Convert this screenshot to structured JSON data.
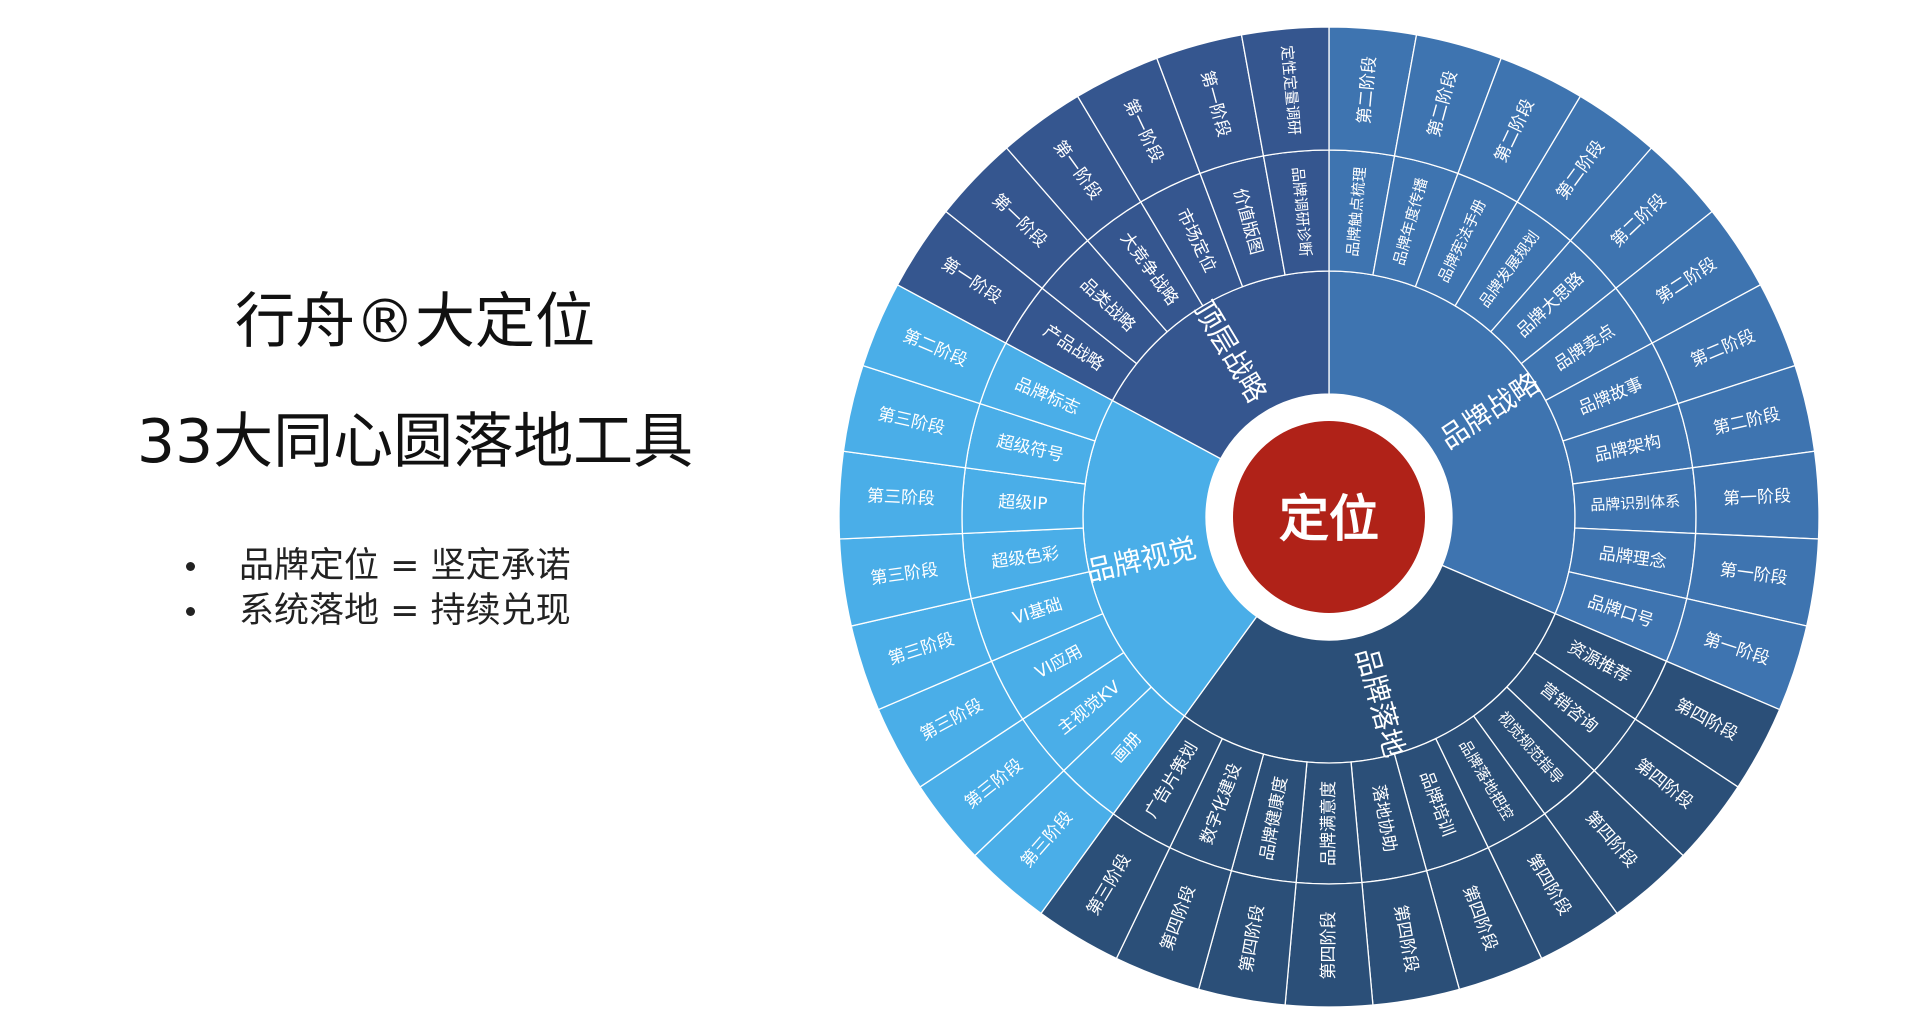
{
  "left_panel": {
    "title_line1": "行舟®大定位",
    "title_line2": "33大同心圆落地工具",
    "bullets": [
      "品牌定位 = 坚定承诺",
      "系统落地 = 持续兑现"
    ]
  },
  "diagram": {
    "center_label": "定位",
    "colors": {
      "center": "#b02218",
      "divider": "#ffffff"
    },
    "segments": [
      {
        "label": "品牌战略",
        "color": "#3e74b0",
        "inner": [
          "品牌触点梳理",
          "品牌年度传播",
          "品牌宪法手册",
          "品牌发展规划",
          "品牌大思路",
          "品牌卖点",
          "品牌故事",
          "品牌架构",
          "品牌识别体系",
          "品牌理念",
          "品牌口号"
        ],
        "outer": [
          "第二阶段",
          "第二阶段",
          "第二阶段",
          "第二阶段",
          "第二阶段",
          "第二阶段",
          "第二阶段",
          "第二阶段",
          "第一阶段",
          "第一阶段",
          "第一阶段"
        ]
      },
      {
        "label": "品牌落地",
        "color": "#2b4f78",
        "inner": [
          "资源推荐",
          "营销咨询",
          "视觉规范指导",
          "品牌落地把控",
          "品牌培训",
          "落地协助",
          "品牌满意度",
          "品牌健康度",
          "数字化建设",
          "广告片策划"
        ],
        "outer": [
          "第四阶段",
          "第四阶段",
          "第四阶段",
          "第四阶段",
          "第四阶段",
          "第四阶段",
          "第四阶段",
          "第四阶段",
          "第四阶段",
          "第三阶段"
        ]
      },
      {
        "label": "品牌视觉",
        "color": "#4aaee8",
        "inner": [
          "画册",
          "主视觉KV",
          "VI应用",
          "VI基础",
          "超级色彩",
          "超级IP",
          "超级符号",
          "品牌标志"
        ],
        "outer": [
          "第三阶段",
          "第三阶段",
          "第三阶段",
          "第三阶段",
          "第三阶段",
          "第三阶段",
          "第三阶段",
          "第二阶段"
        ]
      },
      {
        "label": "顶层战略",
        "color": "#35568f",
        "inner": [
          "产品战略",
          "品类战略",
          "大竞争战略",
          "市场定位",
          "价值版图",
          "品牌调研诊断"
        ],
        "outer": [
          "第一阶段",
          "第一阶段",
          "第一阶段",
          "第一阶段",
          "第一阶段",
          "定性定量调研"
        ]
      }
    ]
  }
}
